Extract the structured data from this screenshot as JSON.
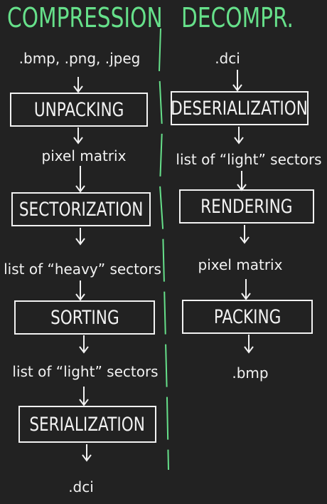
{
  "compression": {
    "title": "COMPRESSION",
    "input": ".bmp, .png, .jpeg",
    "step1": "UNPACKING",
    "mid1": "pixel matrix",
    "step2": "SECTORIZATION",
    "mid2": "list of “heavy” sectors",
    "step3": "SORTING",
    "mid3": "list of “light” sectors",
    "step4": "SERIALIZATION",
    "output": ".dci"
  },
  "decompression": {
    "title": "DECOMPR.",
    "input": ".dci",
    "step1": "DESERIALIZATION",
    "mid1": "list of “light” sectors",
    "step2": "RENDERING",
    "mid2": "pixel matrix",
    "step3": "PACKING",
    "output": ".bmp"
  },
  "colors": {
    "background": "#222222",
    "ink": "#f2f2f2",
    "heading": "#66e08a"
  }
}
